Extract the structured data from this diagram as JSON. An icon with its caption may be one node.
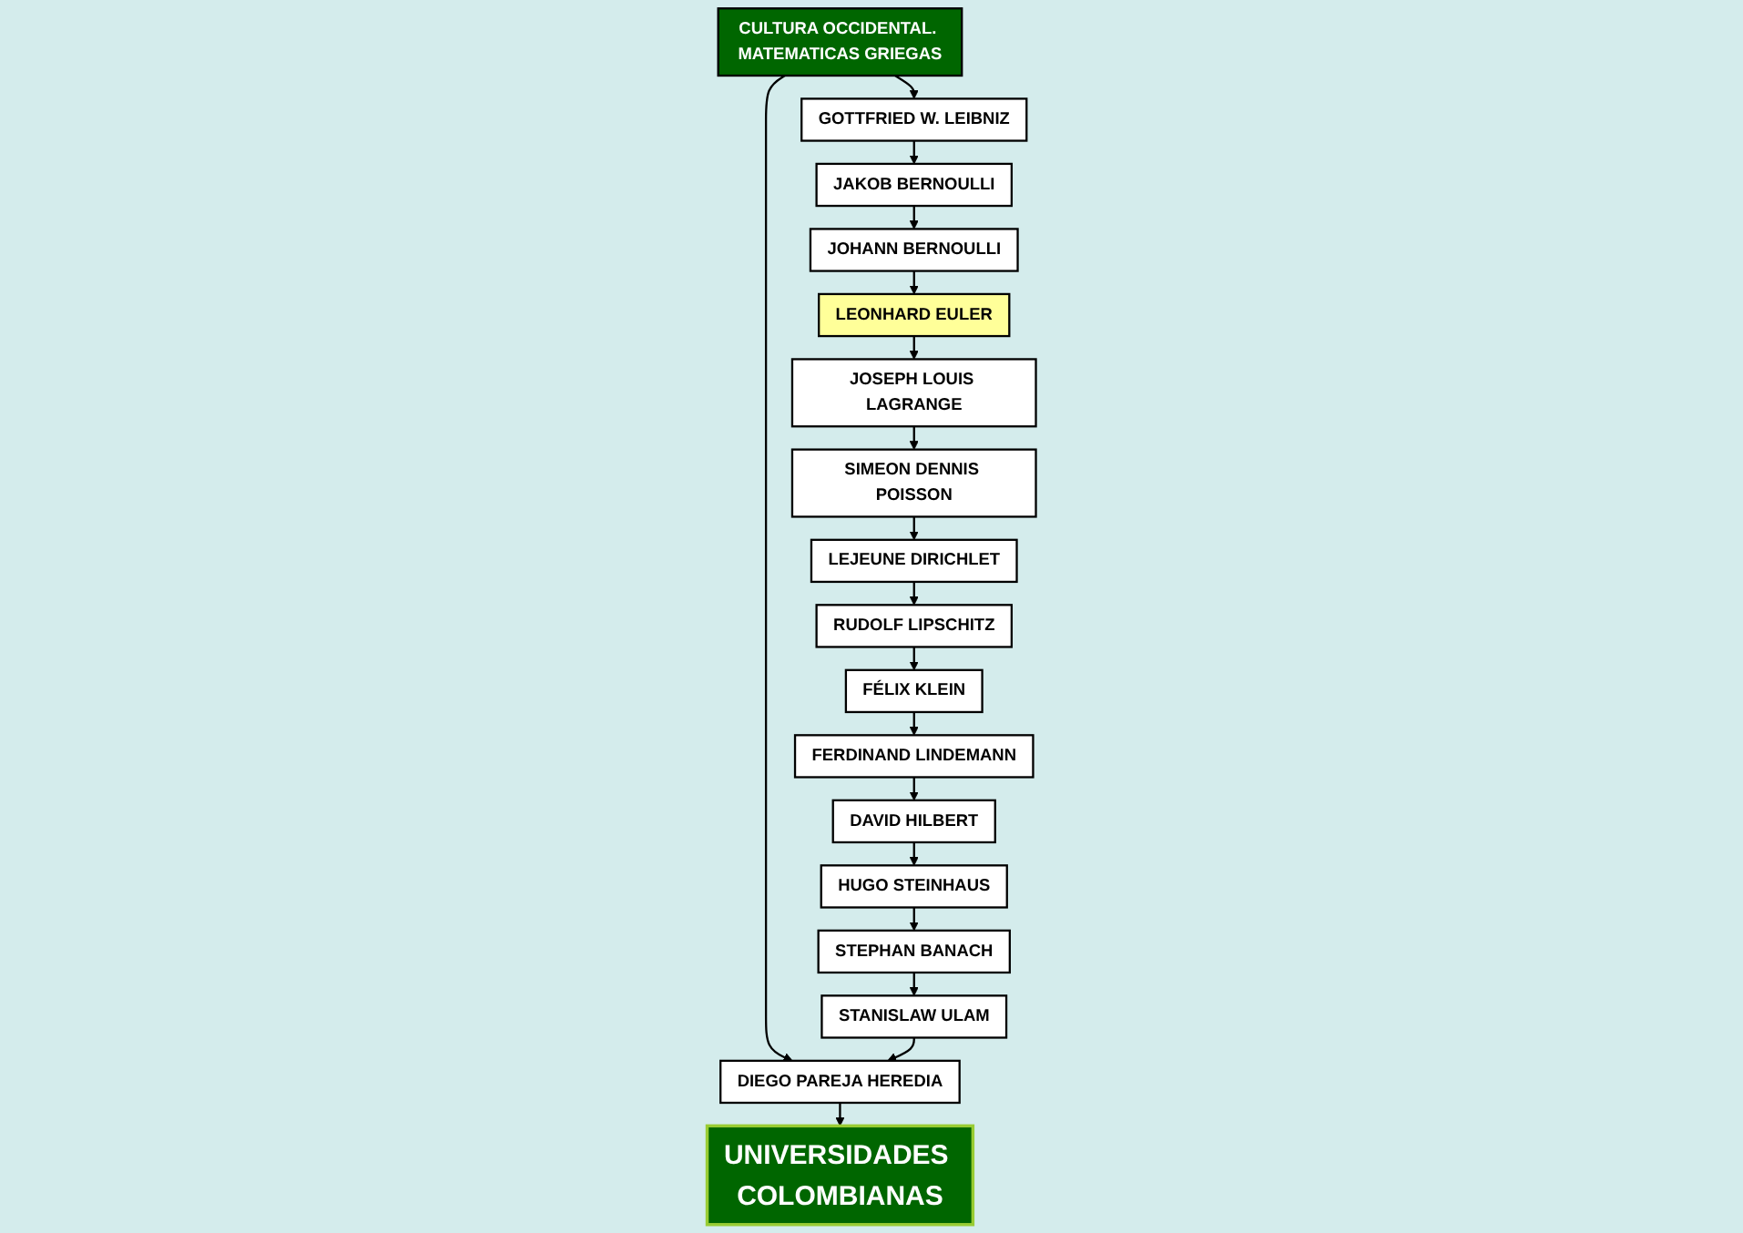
{
  "diagram": {
    "nodes": [
      {
        "text": [
          "UNIVERSIDADES COLOMBIANAS"
        ]
      },
      {
        "text": [
          "GOTTFRIED W. LEIBNIZ"
        ]
      },
      {
        "text": [
          "DIEGO PAREJA HEREDIA"
        ]
      },
      {
        "text": [
          "CULTURA OCCIDENTAL. MATEMATICAS GRIEGAS"
        ]
      },
      {
        "text": [
          "JAKOB BERNOULLI"
        ]
      },
      {
        "text": [
          "JOHANN BERNOULLI"
        ]
      },
      {
        "text": [
          "LEONHARD EULER"
        ]
      },
      {
        "text": [
          "JOSEPH LOUIS LAGRANGE"
        ]
      },
      {
        "text": [
          "SIMEON DENNIS POISSON"
        ]
      },
      {
        "text": [
          "LEJEUNE DIRICHLET"
        ]
      },
      {
        "text": [
          "RUDOLF LIPSCHITZ"
        ]
      },
      {
        "text": [
          "FÉLIX KLEIN"
        ]
      },
      {
        "text": [
          "FERDINAND LINDEMANN"
        ]
      },
      {
        "text": [
          "DAVID HILBERT"
        ]
      },
      {
        "text": [
          "HUGO STEINHAUS"
        ]
      },
      {
        "text": [
          "STEPHAN BANACH"
        ]
      },
      {
        "text": [
          "STANISLAW ULAM"
        ]
      }
    ],
    "edges": [
      {
        "from": 2,
        "to": 0,
        "arrow": "to"
      },
      {
        "from": 3,
        "to": 1,
        "arrow": "to"
      },
      {
        "from": 3,
        "to": 2,
        "arrow": "to"
      },
      {
        "from": 1,
        "to": 4,
        "arrow": "to"
      },
      {
        "from": 4,
        "to": 5,
        "arrow": "to"
      },
      {
        "from": 5,
        "to": 6,
        "arrow": "to"
      },
      {
        "from": 6,
        "to": 7,
        "arrow": "to"
      },
      {
        "from": 7,
        "to": 8,
        "arrow": "to"
      },
      {
        "from": 8,
        "to": 9,
        "arrow": "to"
      },
      {
        "from": 9,
        "to": 10,
        "arrow": "to"
      },
      {
        "from": 10,
        "to": 11,
        "arrow": "to"
      },
      {
        "from": 11,
        "to": 12,
        "arrow": "to"
      },
      {
        "from": 12,
        "to": 13,
        "arrow": "to"
      },
      {
        "from": 13,
        "to": 14,
        "arrow": "to"
      },
      {
        "from": 14,
        "to": 15,
        "arrow": "to"
      },
      {
        "from": 15,
        "to": 16,
        "arrow": "to"
      },
      {
        "from": 16,
        "to": 2,
        "arrow": "to"
      }
    ]
  }
}
